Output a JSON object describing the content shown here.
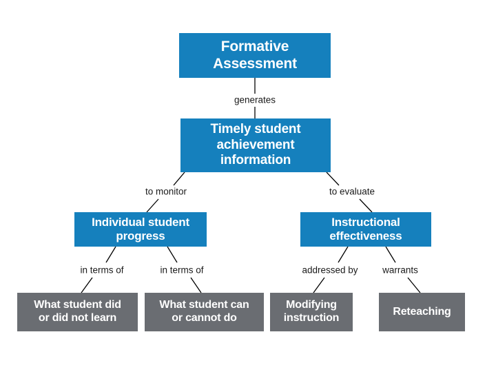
{
  "diagram": {
    "title": "Formative Assessment concept map",
    "background_color": "#ffffff",
    "node_colors": {
      "blue": "#1580bd",
      "gray": "#6a6d72",
      "node_text": "#ffffff",
      "edge_label_text": "#1a1a1a",
      "connector_line": "#000000"
    },
    "nodes": [
      {
        "id": "formative-assessment",
        "label": "Formative\nAssessment",
        "style": "blue"
      },
      {
        "id": "timely-student-achievement-information",
        "label": "Timely student\nachievement\ninformation",
        "style": "blue"
      },
      {
        "id": "individual-student-progress",
        "label": "Individual student\nprogress",
        "style": "blue"
      },
      {
        "id": "instructional-effectiveness",
        "label": "Instructional\neffectiveness",
        "style": "blue"
      },
      {
        "id": "what-student-did-or-did-not-learn",
        "label": "What student did\nor did not learn",
        "style": "gray"
      },
      {
        "id": "what-student-can-or-cannot-do",
        "label": "What student can\nor cannot do",
        "style": "gray"
      },
      {
        "id": "modifying-instruction",
        "label": "Modifying\ninstruction",
        "style": "gray"
      },
      {
        "id": "reteaching",
        "label": "Reteaching",
        "style": "gray"
      }
    ],
    "edge_labels": {
      "generates": "generates",
      "to_monitor": "to monitor",
      "to_evaluate": "to evaluate",
      "in_terms_of_1": "in terms of",
      "in_terms_of_2": "in terms of",
      "addressed_by": "addressed by",
      "warrants": "warrants"
    },
    "edges": [
      {
        "from": "formative-assessment",
        "to": "timely-student-achievement-information",
        "label": "generates"
      },
      {
        "from": "timely-student-achievement-information",
        "to": "individual-student-progress",
        "label": "to monitor"
      },
      {
        "from": "timely-student-achievement-information",
        "to": "instructional-effectiveness",
        "label": "to evaluate"
      },
      {
        "from": "individual-student-progress",
        "to": "what-student-did-or-did-not-learn",
        "label": "in terms of"
      },
      {
        "from": "individual-student-progress",
        "to": "what-student-can-or-cannot-do",
        "label": "in terms of"
      },
      {
        "from": "instructional-effectiveness",
        "to": "modifying-instruction",
        "label": "addressed by"
      },
      {
        "from": "instructional-effectiveness",
        "to": "reteaching",
        "label": "warrants"
      }
    ]
  }
}
